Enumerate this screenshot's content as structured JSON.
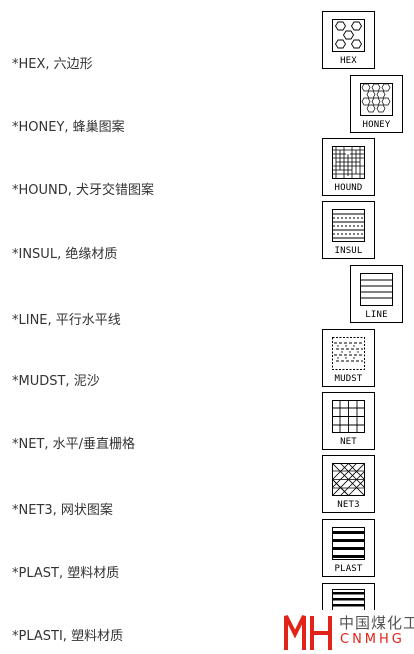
{
  "rows": [
    {
      "label": "*HEX, 六边形",
      "tile_name": "HEX",
      "pattern": "hex-pattern"
    },
    {
      "label": "*HONEY, 蜂巢图案",
      "tile_name": "HONEY",
      "pattern": "honey-pattern"
    },
    {
      "label": "*HOUND, 犬牙交错图案",
      "tile_name": "HOUND",
      "pattern": "hound-pattern"
    },
    {
      "label": "*INSUL, 绝缘材质",
      "tile_name": "INSUL",
      "pattern": "insul-pattern"
    },
    {
      "label": "*LINE, 平行水平线",
      "tile_name": "LINE",
      "pattern": "line-pattern"
    },
    {
      "label": "*MUDST, 泥沙",
      "tile_name": "MUDST",
      "pattern": "mudst-pattern"
    },
    {
      "label": "*NET, 水平/垂直栅格",
      "tile_name": "NET",
      "pattern": "net-pattern"
    },
    {
      "label": "*NET3, 网状图案",
      "tile_name": "NET3",
      "pattern": "net3-pattern"
    },
    {
      "label": "*PLAST, 塑料材质",
      "tile_name": "PLAST",
      "pattern": "plast-pattern"
    },
    {
      "label": "*PLASTI, 塑料材质",
      "tile_name": "",
      "pattern": "plasti-pattern"
    }
  ],
  "logo": {
    "chinese": "中国煤化工",
    "english": "CNMHG",
    "brand_color": "#e2231a"
  }
}
